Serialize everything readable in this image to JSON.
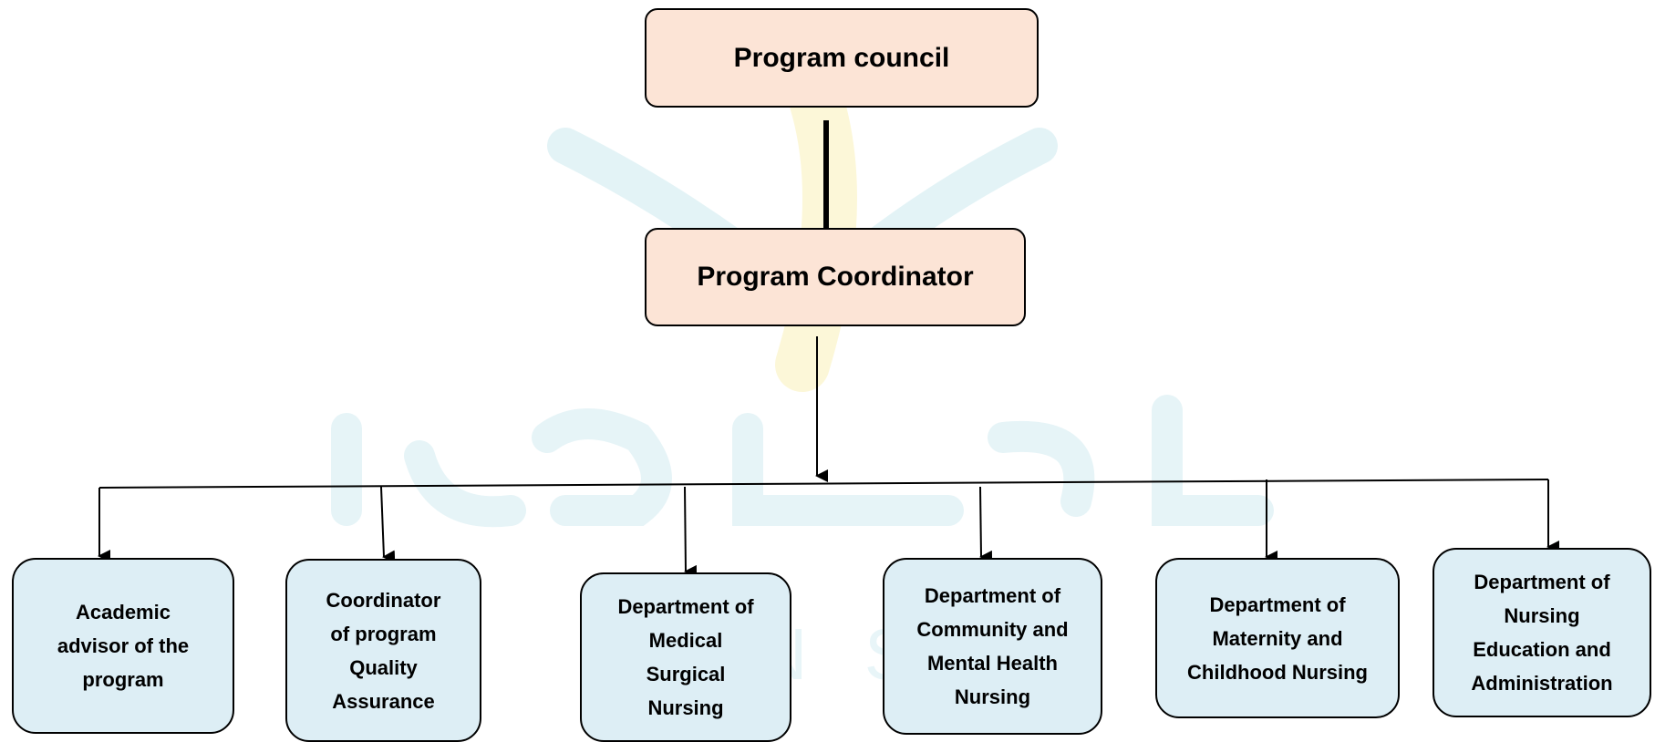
{
  "colors": {
    "top_fill": "#fce4d6",
    "dept_fill": "#ddeef5",
    "stroke": "#000000",
    "watermark_teal": "#d7eef2",
    "watermark_yellow": "#fbf5cf"
  },
  "watermark": {
    "latin_text": "UR  N  S"
  },
  "nodes": {
    "council": "Program council",
    "coordinator": "Program Coordinator",
    "departments": [
      "Academic\nadvisor of the\nprogram",
      "Coordinator\nof program\nQuality\nAssurance",
      "Department of\nMedical\nSurgical\nNursing",
      "Department of\nCommunity and\nMental Health\nNursing",
      "Department of\nMaternity and\nChildhood Nursing",
      "Department of\nNursing\nEducation and\nAdministration"
    ]
  }
}
